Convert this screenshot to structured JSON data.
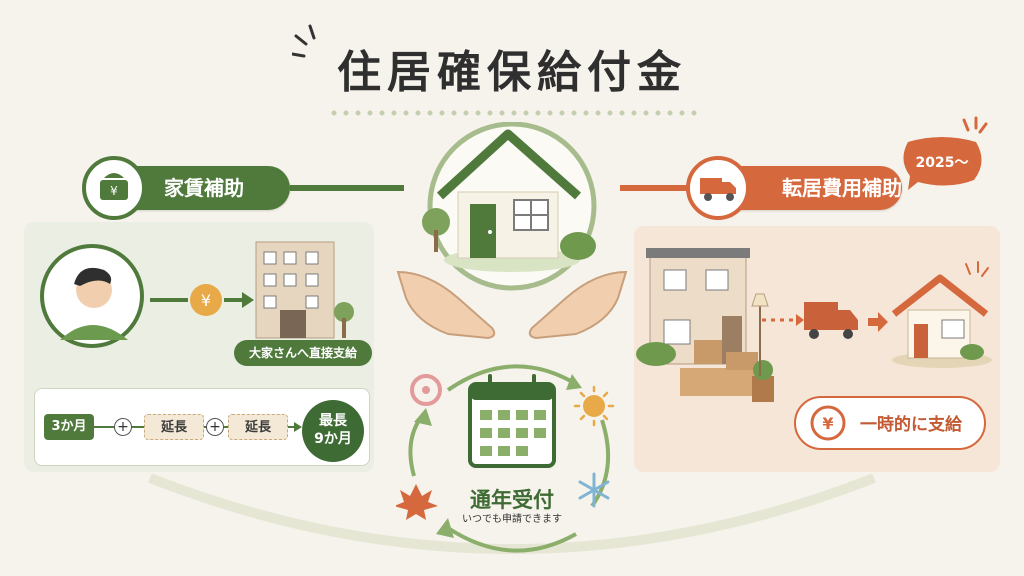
{
  "title": "住居確保給付金",
  "rent_support": {
    "label": "家賃補助",
    "landlord_label": "大家さんへ直接支給",
    "period": {
      "initial": "3か月",
      "extension_1": "延長",
      "extension_2": "延長",
      "max_line1": "最長",
      "max_line2": "9か月"
    },
    "icon": "wallet-yen-icon"
  },
  "moving_support": {
    "label": "転居費用補助",
    "badge": "2025〜",
    "lump_sum": "一時的に支給",
    "icon": "moving-truck-icon"
  },
  "center": {
    "title": "通年受付",
    "subtitle": "いつでも申請できます"
  },
  "colors": {
    "green": "#4f7a3c",
    "dark_green": "#3e6b34",
    "orange": "#d5683d",
    "background": "#f6f3ec"
  },
  "yen_symbol": "¥"
}
